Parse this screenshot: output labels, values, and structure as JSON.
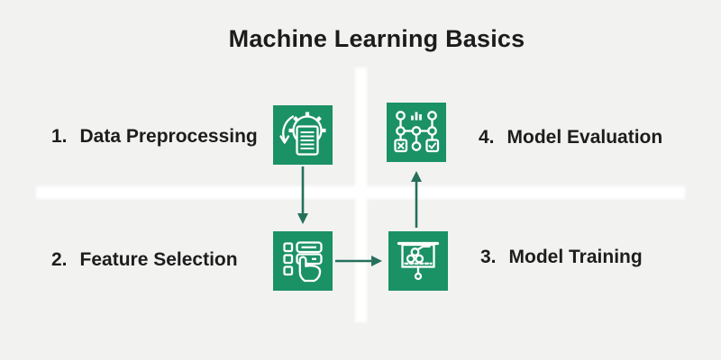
{
  "title": "Machine Learning Basics",
  "colors": {
    "background": "#f2f2f1",
    "tile_green": "#1b9166",
    "arrow_green": "#24705b",
    "text": "#1d1d1d",
    "divider": "#ffffff",
    "icon_stroke": "#ffffff"
  },
  "steps": [
    {
      "number": "1.",
      "label": "Data Preprocessing",
      "icon": "data-preprocessing-icon"
    },
    {
      "number": "2.",
      "label": "Feature Selection",
      "icon": "feature-selection-icon"
    },
    {
      "number": "3.",
      "label": "Model Training",
      "icon": "model-training-icon"
    },
    {
      "number": "4.",
      "label": "Model Evaluation",
      "icon": "model-evaluation-icon"
    }
  ],
  "flow": [
    "1-2",
    "2-3",
    "3-4"
  ]
}
